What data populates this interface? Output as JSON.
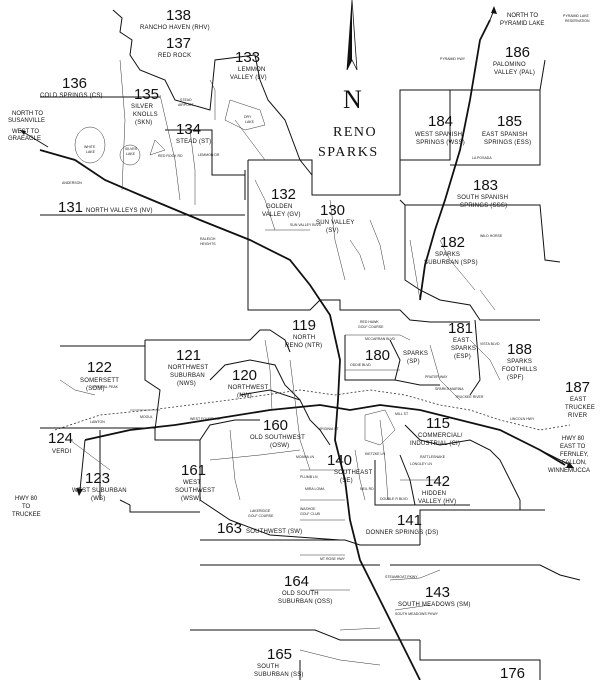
{
  "compass": {
    "letter": "N"
  },
  "cities": {
    "line1": "RENO",
    "line2": "SPARKS"
  },
  "areas": [
    {
      "code": "138",
      "name": "RANCHO HAVEN (RHV)"
    },
    {
      "code": "137",
      "name": "RED ROCK"
    },
    {
      "code": "133",
      "name": "LEMMON",
      "name2": "VALLEY (LV)"
    },
    {
      "code": "136",
      "name": "COLD SPRINGS (CS)"
    },
    {
      "code": "135",
      "name": "SILVER",
      "name2": "KNOLLS",
      "name3": "(SKN)"
    },
    {
      "code": "134",
      "name": "STEAD (ST)"
    },
    {
      "code": "186",
      "name": "PALOMINO",
      "name2": "VALLEY (PAL)"
    },
    {
      "code": "184",
      "name": "WEST SPANISH",
      "name2": "SPRINGS (WSS)"
    },
    {
      "code": "185",
      "name": "EAST SPANISH",
      "name2": "SPRINGS (ESS)"
    },
    {
      "code": "183",
      "name": "SOUTH SPANISH",
      "name2": "SPRINGS (SSS)"
    },
    {
      "code": "131",
      "name": "NORTH VALLEYS (NV)"
    },
    {
      "code": "132",
      "name": "GOLDEN",
      "name2": "VALLEY (GV)"
    },
    {
      "code": "130",
      "name": "SUN VALLEY",
      "name2": "(SV)"
    },
    {
      "code": "182",
      "name": "SPARKS",
      "name2": "SUBURBAN (SPS)"
    },
    {
      "code": "119",
      "name": "NORTH",
      "name2": "RENO (NTR)"
    },
    {
      "code": "181",
      "name": "EAST",
      "name2": "SPARKS",
      "name3": "(ESP)"
    },
    {
      "code": "188",
      "name": "SPARKS",
      "name2": "FOOTHILLS",
      "name3": "(SPF)"
    },
    {
      "code": "180",
      "name": "SPARKS",
      "name2": "(SP)"
    },
    {
      "code": "122",
      "name": "SOMERSETT",
      "name2": "(SOM)"
    },
    {
      "code": "121",
      "name": "NORTHWEST",
      "name2": "SUBURBAN",
      "name3": "(NWS)"
    },
    {
      "code": "120",
      "name": "NORTHWEST",
      "name2": "(NW)"
    },
    {
      "code": "187",
      "name": "EAST",
      "name2": "TRUCKEE",
      "name3": "RIVER"
    },
    {
      "code": "115",
      "name": "COMMERCIAL/",
      "name2": "INDUSTRIAL (CI)"
    },
    {
      "code": "124",
      "name": "VERDI"
    },
    {
      "code": "160",
      "name": "OLD SOUTHWEST",
      "name2": "(OSW)"
    },
    {
      "code": "140",
      "name": "SOUTHEAST",
      "name2": "(SE)"
    },
    {
      "code": "142",
      "name": "HIDDEN",
      "name2": "VALLEY (HV)"
    },
    {
      "code": "123",
      "name": "WEST SUBURBAN",
      "name2": "(WS)"
    },
    {
      "code": "161",
      "name": "WEST",
      "name2": "SOUTHWEST",
      "name3": "(WSW)"
    },
    {
      "code": "141",
      "name": "DONNER SPRINGS (DS)"
    },
    {
      "code": "163",
      "name": "SOUTHWEST (SW)"
    },
    {
      "code": "164",
      "name": "OLD SOUTH",
      "name2": "SUBURBAN (OSS)"
    },
    {
      "code": "143",
      "name": "SOUTH MEADOWS (SM)"
    },
    {
      "code": "165",
      "name": "SOUTH",
      "name2": "SUBURBAN (SS)"
    },
    {
      "code": "176",
      "name": ""
    }
  ],
  "notes": {
    "susanville": [
      "NORTH TO",
      "SUSANVILLE"
    ],
    "graeagle": [
      "WEST TO",
      "GRAEAGLE"
    ],
    "pyramid": [
      "NORTH TO",
      "PYRAMID LAKE"
    ],
    "east": [
      "HWY 80",
      "EAST TO",
      "FERNLEY,",
      "FALLON,",
      "WINNEMUCCA"
    ],
    "truckee": [
      "HWY 80",
      "TO",
      "TRUCKEE"
    ]
  },
  "places": {
    "raleigh": [
      "RALEIGH",
      "HEIGHTS"
    ],
    "anderson": "ANDERSON",
    "white_lake": [
      "WHITE",
      "LAKE"
    ],
    "silver_lake": [
      "SILVER",
      "LAKE"
    ],
    "dry_lake": [
      "DRY",
      "LAKE"
    ],
    "stead_airport": [
      "STEAD",
      "AIRPORT"
    ],
    "lemmon_dr": "LEMMON DR",
    "red_rock_rd": "RED ROCK RD",
    "pyramid_hwy": "PYRAMID HWY",
    "la_posada": "LA POSADA",
    "wild_horse": "WILD HORSE",
    "wingfield": [
      "RED HAWK",
      "GOLF COURSE"
    ],
    "sun_valley_blvd": "SUN VALLEY BLVD",
    "mccarran": "MCCARRAN BLVD",
    "virginia_st": "VIRGINIA ST",
    "kietzke": "KIETZKE LN",
    "moana": "MOANA LN",
    "plumb": "PLUMB LN",
    "mill_st": "MILL ST",
    "longley": "LONGLEY LN",
    "steamboat": "STEAMBOAT PKWY",
    "south_meadows": "SOUTH MEADOWS PKWY",
    "rattlesnake": "RATTLESNAKE",
    "lakeridge": [
      "LAKERIDGE",
      "GOLF COURSE"
    ],
    "washoe": [
      "WASHOE",
      "GOLF CLUB"
    ],
    "mira_loma": "MIRA LOMA",
    "pyramid_lake_res": [
      "PYRAMID LAKE",
      "RESERVATION"
    ],
    "sparks_marina": "SPARKS MARINA",
    "truckee_river": "TRUCKEE RIVER",
    "vista_blvd": "VISTA BLVD",
    "lincoln_hwy": "LINCOLN HWY",
    "prater": "PRATER WAY",
    "oddie": "ODDIE BLVD",
    "neil_rd": "NEIL RD",
    "double_r": "DOUBLE R BLVD",
    "mt_rose": "MT ROSE HWY",
    "west_4th": "WEST FOURTH ST",
    "mogul": "MOGUL",
    "lawton": "LAWTON",
    "crystal_peak": "CRYSTAL PEAK"
  }
}
